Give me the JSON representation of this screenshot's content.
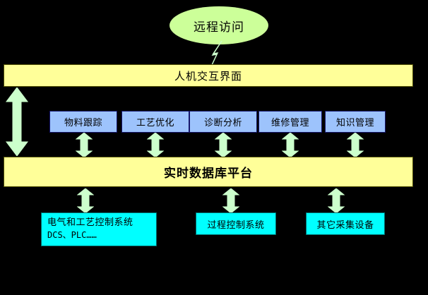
{
  "diagram": {
    "title_node": {
      "label": "远程访问",
      "shape": "ellipse",
      "fill": "#ccff99"
    },
    "connector": {
      "name": "lightning-bolt",
      "fill": "#ccffcc"
    },
    "bars": [
      {
        "id": "hmi",
        "label": "人机交互界面",
        "fill": "#ffff99",
        "bold": false
      },
      {
        "id": "database",
        "label": "实时数据库平台",
        "fill": "#ffff99",
        "bold": true
      }
    ],
    "modules": [
      {
        "label": "物料跟踪",
        "fill": "#9dc3fc"
      },
      {
        "label": "工艺优化",
        "fill": "#9dc3fc"
      },
      {
        "label": "诊断分析",
        "fill": "#9dc3fc"
      },
      {
        "label": "维修管理",
        "fill": "#9dc3fc"
      },
      {
        "label": "知识管理",
        "fill": "#9dc3fc"
      }
    ],
    "sources": [
      {
        "line1": "电气和工艺控制系统",
        "line2": "DCS、PLC……",
        "fill": "#00ffff"
      },
      {
        "line1": "过程控制系统",
        "line2": "",
        "fill": "#00ffff"
      },
      {
        "line1": "其它采集设备",
        "line2": "",
        "fill": "#00ffff"
      }
    ],
    "arrows": {
      "fill": "#ccffcc",
      "side_arrow_name": "vertical-double-arrow",
      "module_arrow_name": "double-arrow-up-down",
      "source_arrow_name": "double-arrow-up-down"
    },
    "colors": {
      "background": "#000000",
      "bar_fill": "#ffff99",
      "module_fill": "#9dc3fc",
      "source_fill": "#00ffff",
      "accent_green": "#ccff99",
      "arrow_green": "#ccffcc"
    }
  }
}
